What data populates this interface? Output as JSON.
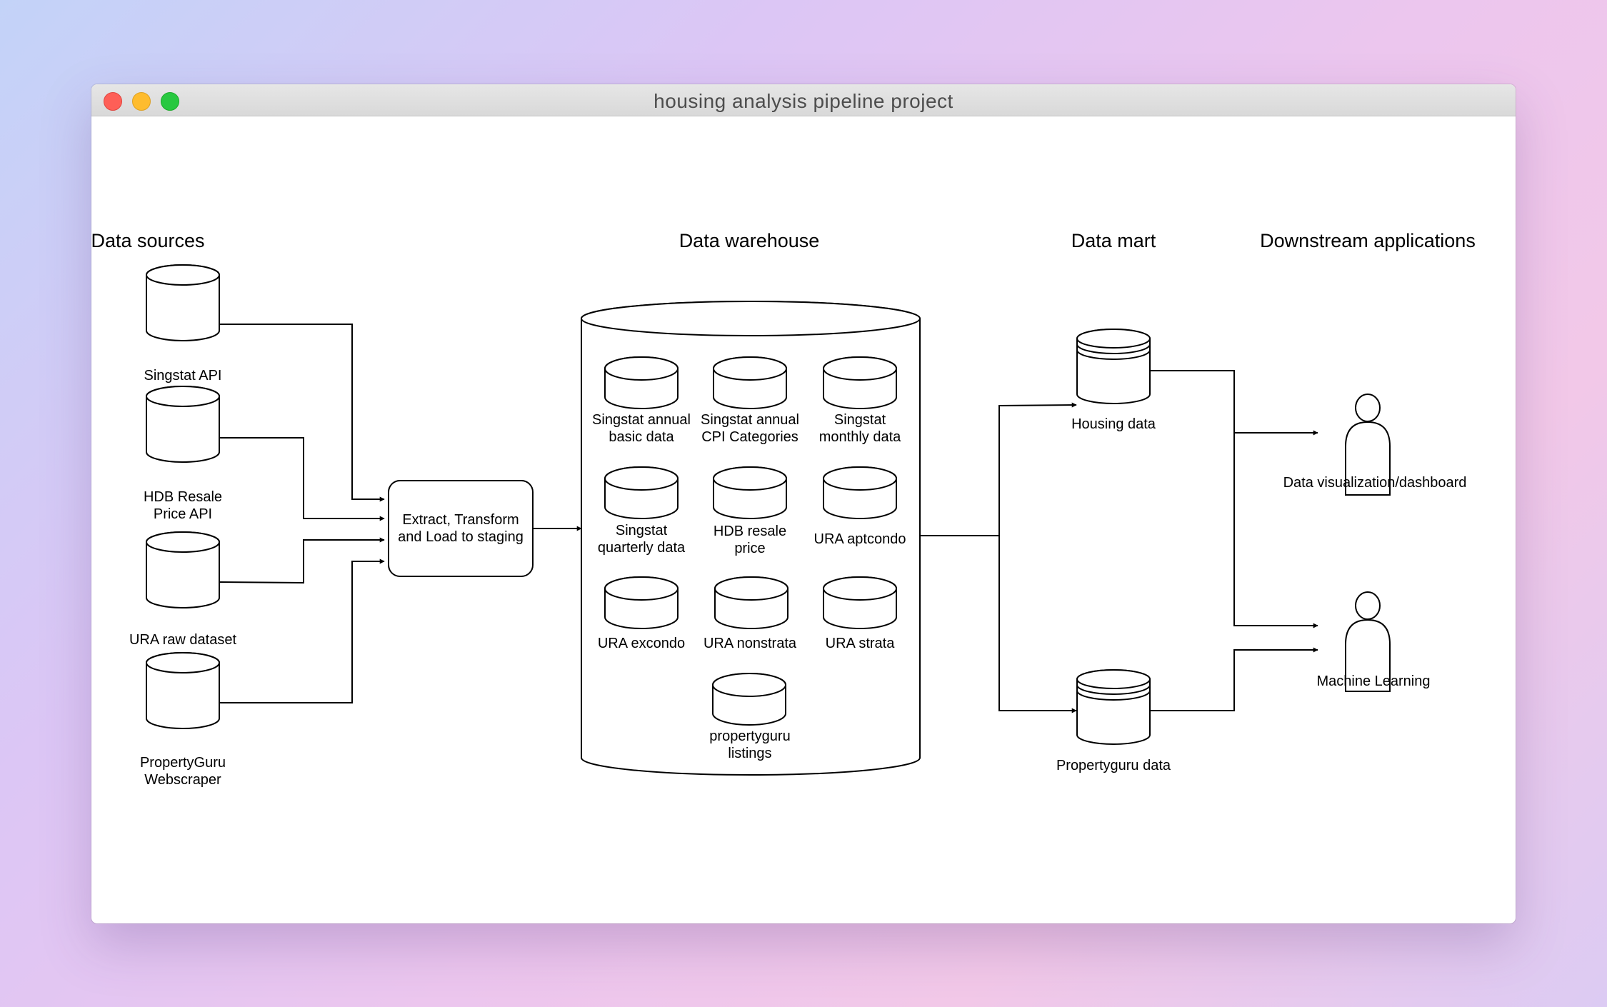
{
  "window": {
    "title": "housing analysis pipeline project"
  },
  "headers": {
    "sources": "Data sources",
    "warehouse": "Data warehouse",
    "mart": "Data mart",
    "downstream": "Downstream applications"
  },
  "sources": [
    {
      "line1": "Singstat API",
      "line2": ""
    },
    {
      "line1": "HDB Resale",
      "line2": "Price API"
    },
    {
      "line1": "URA raw dataset",
      "line2": ""
    },
    {
      "line1": "PropertyGuru",
      "line2": "Webscraper"
    }
  ],
  "etl": {
    "line1": "Extract, Transform",
    "line2": "and Load to staging"
  },
  "warehouse_tables": [
    {
      "line1": "Singstat annual",
      "line2": "basic data"
    },
    {
      "line1": "Singstat annual",
      "line2": "CPI Categories"
    },
    {
      "line1": "Singstat",
      "line2": "monthly data"
    },
    {
      "line1": "Singstat",
      "line2": "quarterly data"
    },
    {
      "line1": "HDB resale",
      "line2": "price"
    },
    {
      "line1": "URA aptcondo",
      "line2": ""
    },
    {
      "line1": "URA excondo",
      "line2": ""
    },
    {
      "line1": "URA nonstrata",
      "line2": ""
    },
    {
      "line1": "URA strata",
      "line2": ""
    },
    {
      "line1": "propertyguru",
      "line2": "listings"
    }
  ],
  "marts": [
    {
      "label": "Housing data"
    },
    {
      "label": "Propertyguru data"
    }
  ],
  "apps": [
    {
      "label": "Data visualization/dashboard"
    },
    {
      "label": "Machine Learning"
    }
  ]
}
